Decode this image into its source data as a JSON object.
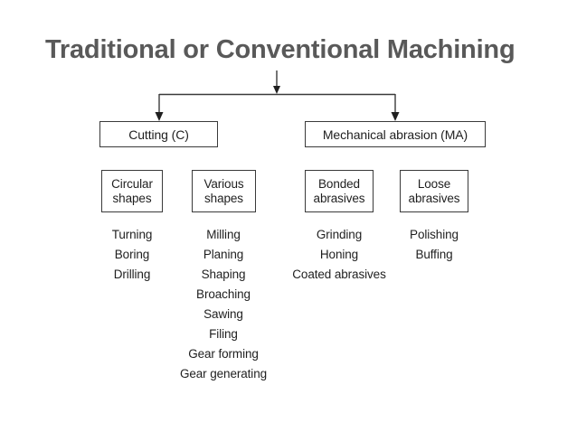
{
  "slide": {
    "title": "Traditional or Conventional Machining",
    "background_color": "#ffffff",
    "title_color": "#595959",
    "box_border_color": "#3a3a3a",
    "text_color": "#1f1f1f"
  },
  "diagram": {
    "type": "tree",
    "root_label": "Traditional or Conventional Machining",
    "level1": [
      {
        "id": "cutting",
        "label": "Cutting (C)"
      },
      {
        "id": "mechanical-abrasion",
        "label": "Mechanical abrasion (MA)"
      }
    ],
    "level2": [
      {
        "id": "circular-shapes",
        "label": "Circular shapes",
        "line1": "Circular",
        "line2": "shapes",
        "parent": "cutting"
      },
      {
        "id": "various-shapes",
        "label": "Various shapes",
        "line1": "Various",
        "line2": "shapes",
        "parent": "cutting"
      },
      {
        "id": "bonded-abrasives",
        "label": "Bonded abrasives",
        "line1": "Bonded",
        "line2": "abrasives",
        "parent": "mechanical-abrasion"
      },
      {
        "id": "loose-abrasives",
        "label": "Loose abrasives",
        "line1": "Loose",
        "line2": "abrasives",
        "parent": "mechanical-abrasion"
      }
    ],
    "leaves": {
      "circular_shapes": [
        "Turning",
        "Boring",
        "Drilling"
      ],
      "various_shapes": [
        "Milling",
        "Planing",
        "Shaping",
        "Broaching",
        "Sawing",
        "Filing",
        "Gear forming",
        "Gear generating"
      ],
      "bonded_abrasives": [
        "Grinding",
        "Honing",
        "Coated abrasives"
      ],
      "loose_abrasives": [
        "Polishing",
        "Buffing"
      ]
    },
    "connectors": {
      "root_arrow": "down-arrow-icon",
      "branch_left_arrow": "down-arrow-icon",
      "branch_right_arrow": "down-arrow-icon"
    }
  }
}
